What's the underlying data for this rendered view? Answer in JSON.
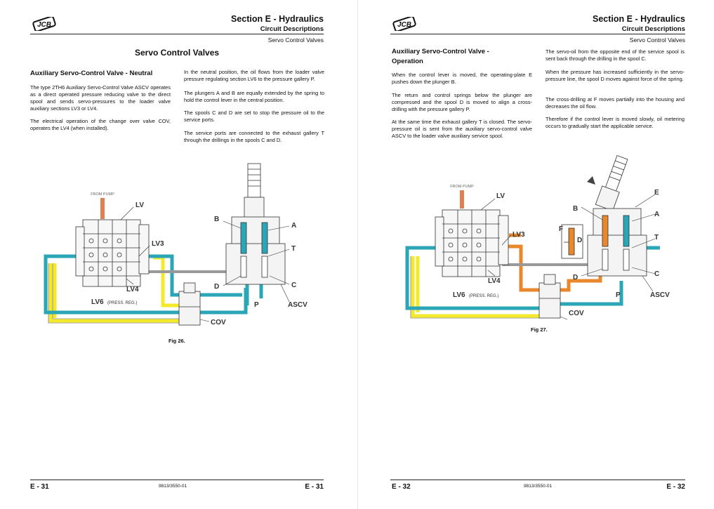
{
  "left_page": {
    "header": {
      "logo": "JCB",
      "section_title": "Section E - Hydraulics",
      "subtitle": "Circuit Descriptions",
      "section_name": "Servo Control Valves"
    },
    "main_title": "Servo Control Valves",
    "heading": "Auxiliary Servo-Control Valve - Neutral",
    "col1": [
      "The type 2TH6 Auxiliary Servo-Control Valve ASCV operates as a direct operated pressure reducing valve to the direct spool and sends servo-pressures to the loader valve auxiliary sections LV3 or LV4.",
      "The electrical operation of the change over valve COV, operates the LV4 (when installed)."
    ],
    "col2": [
      "In the neutral position, the oil flows from the loader valve pressure regulating section LV6 to the pressure gallery P.",
      "The plungers A and B are equally extended by the spring to hold the control lever in the central position.",
      "The spools C and D are set to stop the pressure oil to the service ports.",
      "The service ports are connected to the exhaust gallery T through the drillings in the spools C and D."
    ],
    "figure": {
      "caption": "Fig 26.",
      "labels": {
        "from_pump": "FROM PUMP",
        "lv": "LV",
        "lv3": "LV3",
        "lv4": "LV4",
        "lv6": "LV6",
        "press_reg": "(PRESS. REG.)",
        "cov": "COV",
        "a": "A",
        "b": "B",
        "c": "C",
        "d": "D",
        "t": "T",
        "p": "P",
        "ascv": "ASCV"
      }
    },
    "footer": {
      "page_left": "E - 31",
      "doc_number": "9813/3550-01",
      "page_right": "E - 31"
    }
  },
  "right_page": {
    "header": {
      "logo": "JCB",
      "section_title": "Section E - Hydraulics",
      "subtitle": "Circuit Descriptions",
      "section_name": "Servo Control Valves"
    },
    "heading": "Auxiliary Servo-Control Valve - Operation",
    "col1": [
      "When the control lever is moved, the operating-plate E pushes down the plunger B.",
      "The return and control springs below the plunger are compressed and the spool D is moved to align a cross-drilling with the pressure gallery P.",
      "At the same time the exhaust gallery T is closed. The servo-pressure oil is sent from the auxiliary servo-control valve ASCV to the loader valve auxiliary service spool."
    ],
    "col2": [
      "The servo-oil from the opposite end of the service spool is sent back through the drilling in the spool C.",
      "When the pressure has increased sufficiently in the servo-pressure line, the spool D moves against force of the spring.",
      "The cross-drilling at F moves partially into the housing and decreases the oil flow.",
      "Therefore if the control lever is moved slowly, oil metering occurs to gradually start the applicable service."
    ],
    "figure": {
      "caption": "Fig 27.",
      "labels": {
        "from_pump": "FROM PUMP",
        "lv": "LV",
        "lv3": "LV3",
        "lv4": "LV4",
        "lv6": "LV6",
        "press_reg": "(PRESS. REG.)",
        "cov": "COV",
        "a": "A",
        "b": "B",
        "c": "C",
        "d": "D",
        "e": "E",
        "f": "F",
        "d2": "D",
        "t": "T",
        "p": "P",
        "ascv": "ASCV"
      }
    },
    "footer": {
      "page_left": "E - 32",
      "doc_number": "9813/3550-01",
      "page_right": "E - 32"
    }
  },
  "colors": {
    "pressure": "#2aa6b6",
    "exhaust": "#f2ea2a",
    "servo": "#e8872b",
    "pump": "#e08050",
    "rule": "#222222"
  }
}
